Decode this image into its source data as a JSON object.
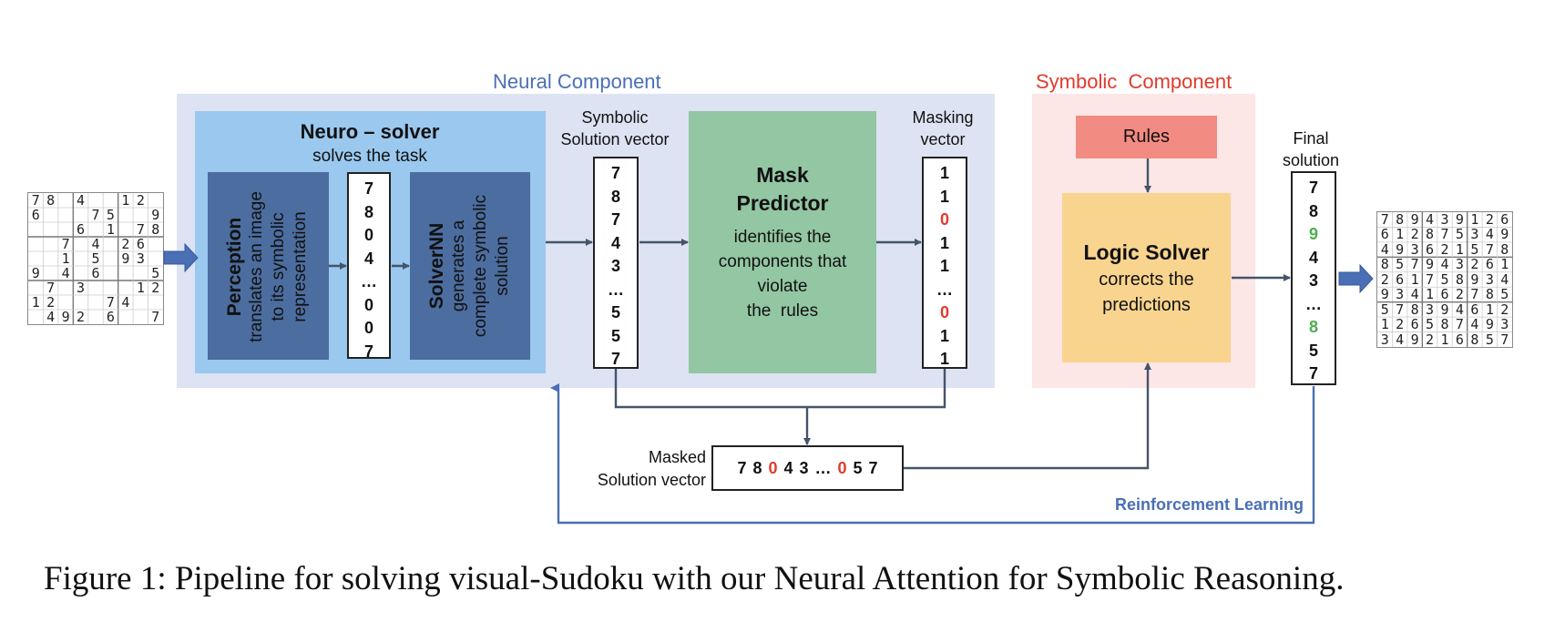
{
  "neural": {
    "label": "Neural Component",
    "neuro_solver": {
      "title": "Neuro – solver",
      "subtitle": "solves the task"
    },
    "perception": {
      "title": "Perception",
      "line1": "translates an image",
      "line2": "to its symbolic",
      "line3": "representation"
    },
    "solvernn": {
      "title": "SolverNN",
      "line1": "generates a",
      "line2": "complete symbolic",
      "line3": "solution"
    },
    "inner_vector": [
      "7",
      "8",
      "0",
      "4",
      "…",
      "0",
      "0",
      "7"
    ],
    "symbolic_label_1": "Symbolic",
    "symbolic_label_2": "Solution vector",
    "symbolic_vector": [
      "7",
      "8",
      "7",
      "4",
      "3",
      "…",
      "5",
      "5",
      "7"
    ],
    "mask_predictor": {
      "title1": "Mask",
      "title2": "Predictor",
      "line1": "identifies the",
      "line2": "components that",
      "line3": "violate",
      "line4": "the  rules"
    },
    "masking_label_1": "Masking",
    "masking_label_2": "vector",
    "masking_vector": [
      "1",
      "1",
      "0",
      "1",
      "1",
      "…",
      "0",
      "1",
      "1"
    ]
  },
  "symbolic": {
    "label": "Symbolic  Component",
    "rules": "Rules",
    "logic_solver": {
      "title": "Logic Solver",
      "line1": "corrects the",
      "line2": "predictions"
    },
    "final_label_1": "Final",
    "final_label_2": "solution",
    "final_vector": [
      "7",
      "8",
      "9",
      "4",
      "3",
      "…",
      "8",
      "5",
      "7"
    ]
  },
  "masked": {
    "label_1": "Masked",
    "label_2": "Solution vector",
    "values": [
      "7",
      "8",
      "0",
      "4",
      "3",
      "…",
      "0",
      "5",
      "7"
    ]
  },
  "feedback_label": "Reinforcement Learning",
  "input_grid": [
    [
      "7",
      "8",
      "",
      "4",
      "",
      "",
      "1",
      "2",
      ""
    ],
    [
      "6",
      "",
      "",
      "",
      "7",
      "5",
      "",
      "",
      "9"
    ],
    [
      "",
      "",
      "",
      "6",
      "",
      "1",
      "",
      "7",
      "8"
    ],
    [
      "",
      "",
      "7",
      "",
      "4",
      "",
      "2",
      "6",
      ""
    ],
    [
      "",
      "",
      "1",
      "",
      "5",
      "",
      "9",
      "3",
      ""
    ],
    [
      "9",
      "",
      "4",
      "",
      "6",
      "",
      "",
      "",
      "5"
    ],
    [
      "",
      "7",
      "",
      "3",
      "",
      "",
      "",
      "1",
      "2"
    ],
    [
      "1",
      "2",
      "",
      "",
      "",
      "7",
      "4",
      "",
      ""
    ],
    [
      "",
      "4",
      "9",
      "2",
      "",
      "6",
      "",
      "",
      "7"
    ]
  ],
  "output_grid": [
    [
      "7",
      "8",
      "9",
      "4",
      "3",
      "9",
      "1",
      "2",
      "6"
    ],
    [
      "6",
      "1",
      "2",
      "8",
      "7",
      "5",
      "3",
      "4",
      "9"
    ],
    [
      "4",
      "9",
      "3",
      "6",
      "2",
      "1",
      "5",
      "7",
      "8"
    ],
    [
      "8",
      "5",
      "7",
      "9",
      "4",
      "3",
      "2",
      "6",
      "1"
    ],
    [
      "2",
      "6",
      "1",
      "7",
      "5",
      "8",
      "9",
      "3",
      "4"
    ],
    [
      "9",
      "3",
      "4",
      "1",
      "6",
      "2",
      "7",
      "8",
      "5"
    ],
    [
      "5",
      "7",
      "8",
      "3",
      "9",
      "4",
      "6",
      "1",
      "2"
    ],
    [
      "1",
      "2",
      "6",
      "5",
      "8",
      "7",
      "4",
      "9",
      "3"
    ],
    [
      "3",
      "4",
      "9",
      "2",
      "1",
      "6",
      "8",
      "5",
      "7"
    ]
  ],
  "caption": "Figure 1: Pipeline for solving visual-Sudoku with our Neural Attention for Symbolic Reasoning.",
  "colors": {
    "neural_bg": "#dde3f3",
    "neural_label": "#4a6fb5",
    "neuro_solver_bg": "#9ac8ee",
    "dark_blue_box": "#4c6d9f",
    "mask_green": "#93c6a2",
    "symbolic_bg": "#fde6e6",
    "symbolic_label": "#e03b2c",
    "rules_bg": "#f28b82",
    "logic_bg": "#f8d48f",
    "arrow": "#44546a",
    "feedback": "#4a6fb5",
    "red_digit": "#e03b2c",
    "green_digit": "#4caf50"
  }
}
